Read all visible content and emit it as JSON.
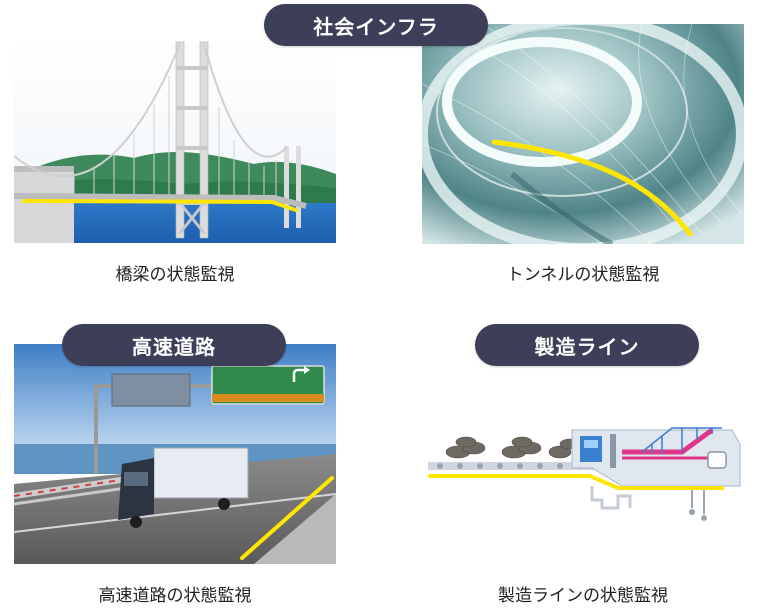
{
  "categories": {
    "social_infrastructure": "社会インフラ",
    "highway": "高速道路",
    "manufacturing_line": "製造ライン"
  },
  "captions": {
    "bridge": "橋梁の状態監視",
    "tunnel": "トンネルの状態監視",
    "highway": "高速道路の状態監視",
    "manufacturing": "製造ラインの状態監視"
  },
  "accent_color": "#ffe600",
  "pill_color": "#3d3f58"
}
